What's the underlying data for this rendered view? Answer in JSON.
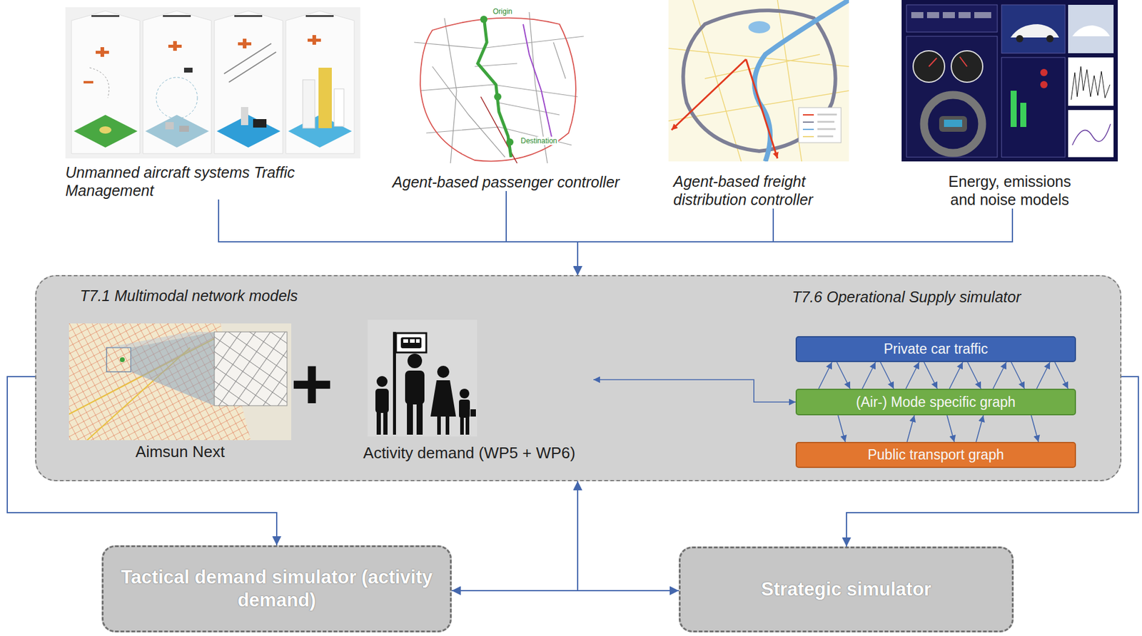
{
  "diagram": {
    "nodes": [
      {
        "text": [
          "Unmanned aircraft systems Traffic Management"
        ]
      },
      {
        "text": [
          "Agent-based passenger controller"
        ]
      },
      {
        "text": [
          "Agent-based freight distribution controller"
        ]
      },
      {
        "text": [
          "Energy, emissions and noise models"
        ]
      },
      {
        "text": [
          "T7.1 Multimodal network models",
          "T7.6 Operational Supply simulator"
        ]
      },
      {
        "text": [
          "Aimsun Next"
        ],
        "in": 4
      },
      {
        "text": [
          "Activity demand (WP5 + WP6)"
        ],
        "in": 4
      },
      {
        "text": [
          "Private car traffic"
        ],
        "in": 4
      },
      {
        "text": [
          "(Air-) Mode specific graph"
        ],
        "in": 4
      },
      {
        "text": [
          "Public transport graph"
        ],
        "in": 4
      },
      {
        "text": [
          "Tactical demand simulator (activity demand)"
        ]
      },
      {
        "text": [
          "Strategic simulator"
        ]
      }
    ],
    "edges": [
      {
        "from": 0,
        "to": 4,
        "arrow": "to"
      },
      {
        "from": 1,
        "to": 4,
        "arrow": "to"
      },
      {
        "from": 2,
        "to": 4,
        "arrow": "to"
      },
      {
        "from": 3,
        "to": 4,
        "arrow": "to"
      },
      {
        "from": 6,
        "to": 8,
        "arrow": "both"
      },
      {
        "from": 7,
        "to": 8,
        "arrow": "both"
      },
      {
        "from": 8,
        "to": 9,
        "arrow": "both"
      },
      {
        "from": 4,
        "to": 10,
        "arrow": "to"
      },
      {
        "from": 4,
        "to": 11,
        "arrow": "to"
      },
      {
        "from": 10,
        "to": 4,
        "arrow": "to"
      },
      {
        "from": 11,
        "to": 4,
        "arrow": "to"
      },
      {
        "from": 10,
        "to": 11,
        "arrow": "both"
      }
    ],
    "labels": [
      "+",
      "Origin",
      "Destination"
    ]
  }
}
